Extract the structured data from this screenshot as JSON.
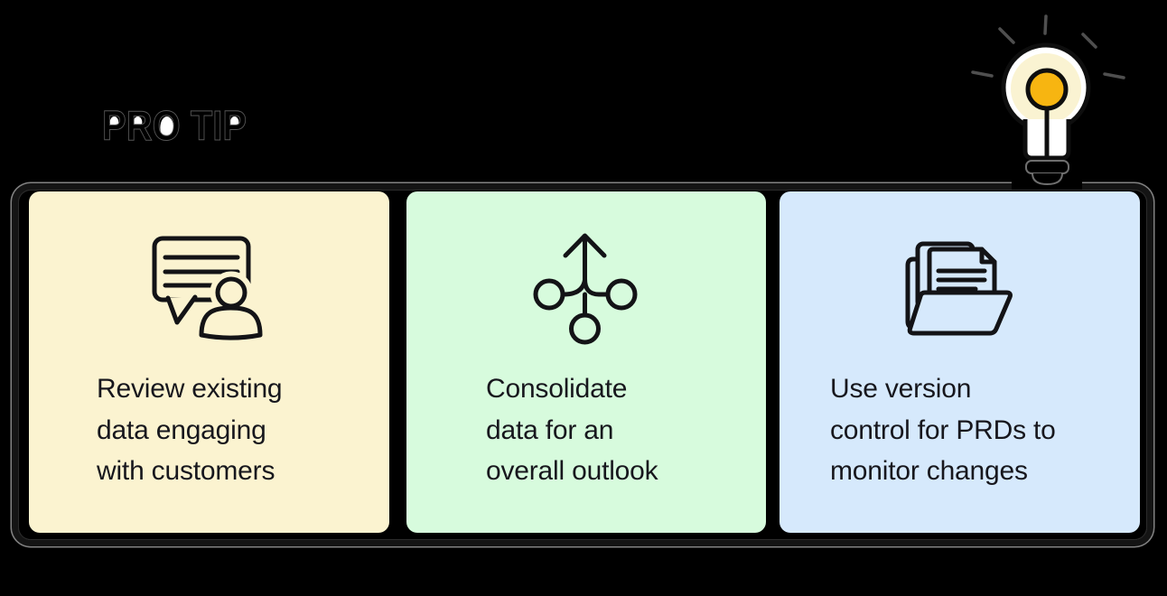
{
  "header": {
    "title": "PRO TIP"
  },
  "hero": {
    "icon": "lightbulb-icon",
    "bulb_fill": "#F7B511",
    "glow_fill": "#FAF3D2",
    "body_fill": "#FFFFFF",
    "outline": "#0E0E0E",
    "ray_color": "#4F4F4F"
  },
  "panel": {
    "outline_color": "#828282"
  },
  "text_color": "#17171D",
  "icon_stroke": "#131316",
  "cards": [
    {
      "icon": "customer-chat-icon",
      "bg": "#FBF3D0",
      "lines": [
        "Review existing",
        "data engaging",
        "with customers"
      ]
    },
    {
      "icon": "consolidate-merge-icon",
      "bg": "#D7FBDD",
      "lines": [
        "Consolidate",
        "data for an",
        "overall outlook"
      ]
    },
    {
      "icon": "version-folder-icon",
      "bg": "#D6E9FC",
      "lines": [
        "Use version",
        "control for PRDs to",
        "monitor changes"
      ]
    }
  ]
}
